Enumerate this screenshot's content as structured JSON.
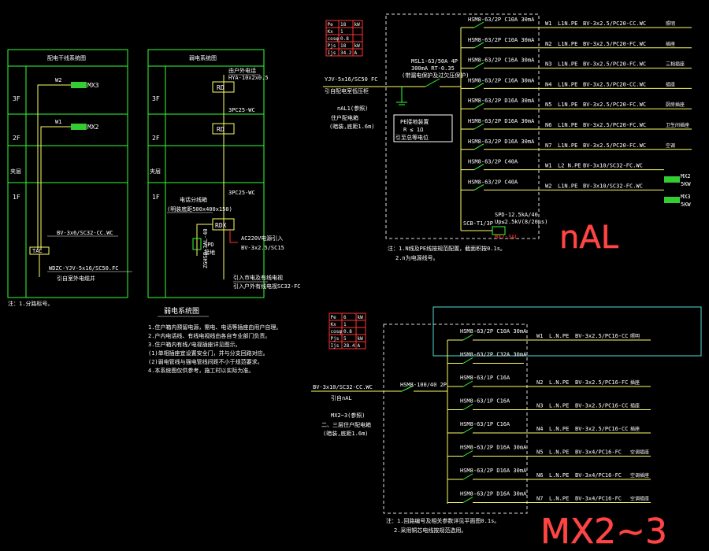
{
  "colors": {
    "background": "#000000",
    "wire": "#ffff66",
    "label": "#ffffff",
    "frame": "#33ff33",
    "breaker": "#33ff33",
    "red": "#ff3333",
    "cyan": "#55dddd",
    "dashed": "#dddddd",
    "big_title": "#ff4444"
  },
  "left_risers": {
    "weak_title": "弱电系统图",
    "weak_notes": [
      "1.住户箱内预留电源，需电、电话等插座由用户自理。",
      "2.户内电话线、有线电视线由各自专业部门负责。",
      "3.住户箱内有线/电视插座详见图示。",
      "(1)单相插座宜设置安全门，并与分支回路对应。",
      "(2)弱电管线与强电管线间距不小于规范要求。",
      "4.本系统图仅供参考，施工时以实际为准。"
    ],
    "left_note": "注：1.分路标号。",
    "floors": [
      "3F",
      "2F",
      "夹层",
      "1F"
    ]
  },
  "panel_nal": {
    "load_table": [
      {
        "k": "Pe",
        "v": "18",
        "u": "kW"
      },
      {
        "k": "Kx",
        "v": "1",
        "u": ""
      },
      {
        "k": "cosφ",
        "v": "0.8",
        "u": ""
      },
      {
        "k": "Pjs",
        "v": "18",
        "u": "kW"
      },
      {
        "k": "Ijs",
        "v": "34.2",
        "u": "A"
      }
    ],
    "incoming_cable": "YJV-5x16/SC50 FC",
    "incoming_source": "引自配电室低压柜",
    "panel_id": "nAL1(参照)",
    "panel_desc": "住户配电箱",
    "panel_desc2": "(暗装,底距1.6m)",
    "main_breaker": "MSL1-63/50A 4P",
    "main_breaker2": "300mA  RT-0.35",
    "main_breaker3": "(带漏电保护及过欠压保护)",
    "pe_box": "PE接地装置",
    "pe_box2": "R ≤ 1Ω",
    "pe_box3": "引至总等电位",
    "spd_breaker": "SCB-T1/3P",
    "spd_label": "SPD-12.5kA/40",
    "spd_label2": "Up≤2.5kV(8/20μs)",
    "spd_label3": "MX2-3AL",
    "note": "注：1.N线及PE线按规范配置，截面积按0.1s。",
    "note2": "2.n为电源线号。",
    "big_title": "nAL",
    "branches": [
      {
        "breaker": "HSM8-63/2P C10A 30mA",
        "id": "W1",
        "phase": "L1N.PE",
        "cable": "BV-3x2.5/PC20-CC.WC",
        "use": "照明"
      },
      {
        "breaker": "HSM8-63/2P C10A 30mA",
        "id": "N2",
        "phase": "L1N.PE",
        "cable": "BV-3x2.5/PC20-FC.WC",
        "use": "插座"
      },
      {
        "breaker": "HSM8-63/2P C16A 30mA",
        "id": "N3",
        "phase": "L1N.PE",
        "cable": "BV-3x2.5/PC20-FC.WC",
        "use": "三相插座"
      },
      {
        "breaker": "HSM8-63/2P C16A 30mA",
        "id": "N4",
        "phase": "L1N.PE",
        "cable": "BV-3x2.5/PC20-CC.WC",
        "use": "插座"
      },
      {
        "breaker": "HSM8-63/2P D16A 30mA",
        "id": "N5",
        "phase": "L1N.PE",
        "cable": "BV-3x2.5/PC20-FC.WC",
        "use": "厨房插座"
      },
      {
        "breaker": "HSM8-63/2P D16A 30mA",
        "id": "N6",
        "phase": "L1N.PE",
        "cable": "BV-3x2.5/PC20-FC.WC",
        "use": "卫生间插座"
      },
      {
        "breaker": "HSM8-63/2P D16A 30mA",
        "id": "N7",
        "phase": "L1N.PE",
        "cable": "BV-3x2.5/PC20-FC.WC",
        "use": "空调"
      },
      {
        "breaker": "HSM8-63/2P C40A",
        "id": "W1",
        "phase": "L2 N.PE",
        "cable": "BV-3x10/SC32-FC.WC",
        "use": "MX2"
      },
      {
        "breaker": "HSM8-63/2P C40A",
        "id": "W2",
        "phase": "L1N.PE",
        "cable": "BV-3x10/SC32-FC.WC",
        "use": "MX3"
      }
    ],
    "outputs": [
      "MX2 5KW",
      "MX3 5KW"
    ]
  },
  "panel_mx": {
    "load_table": [
      {
        "k": "Pe",
        "v": "6",
        "u": "kW"
      },
      {
        "k": "Kx",
        "v": "1",
        "u": ""
      },
      {
        "k": "cosφ",
        "v": "0.8",
        "u": ""
      },
      {
        "k": "Pjs",
        "v": "5",
        "u": "kW"
      },
      {
        "k": "Ijs",
        "v": "28.4",
        "u": "A"
      }
    ],
    "incoming_cable": "BV-3x10/SC32-CC.WC",
    "incoming_source": "引自nAL",
    "panel_id": "MX2~3(参照)",
    "panel_desc": "二、三层住户配电箱",
    "panel_desc2": "(暗装,底距1.6m)",
    "main_breaker": "HSM8-100/40 2P",
    "note": "注：1.回路编号及相关参数详见平面图0.1s。",
    "note2": "2.采用铜芯电线按规范选用。",
    "big_title": "MX2~3",
    "branches": [
      {
        "breaker": "HSM8-63/2P C10A 30mA",
        "id": "W1",
        "phase": "L.N.PE",
        "cable": "BV-3x2.5/PC16-CC",
        "use": "照明"
      },
      {
        "breaker": "HSM8-63/2P C32A 30mA",
        "id": "",
        "phase": "",
        "cable": "",
        "use": ""
      },
      {
        "breaker": "HSM8-63/1P C16A",
        "id": "N2",
        "phase": "L.N.PE",
        "cable": "BV-3x2.5/PC16-FC",
        "use": "插座"
      },
      {
        "breaker": "HSM8-63/1P C16A",
        "id": "N3",
        "phase": "L.N.PE",
        "cable": "BV-3x2.5/PC16-CC",
        "use": "插座"
      },
      {
        "breaker": "HSM8-63/1P C16A",
        "id": "N4",
        "phase": "L.N.PE",
        "cable": "BV-3x2.5/PC16-CC",
        "use": "插座"
      },
      {
        "breaker": "HSM8-63/2P D16A 30mA",
        "id": "N5",
        "phase": "L.N.PE",
        "cable": "BV-3x4/PC16-FC",
        "use": "空调插座"
      },
      {
        "breaker": "HSM8-63/2P D16A 30mA",
        "id": "N6",
        "phase": "L.N.PE",
        "cable": "BV-3x4/PC16-FC",
        "use": "空调插座"
      },
      {
        "breaker": "HSM8-63/2P D16A 30mA",
        "id": "N7",
        "phase": "L.N.PE",
        "cable": "BV-3x4/PC16-FC",
        "use": "空调插座"
      }
    ]
  },
  "riser1": {
    "w2": "W2",
    "mx3": "MX3",
    "w1": "W1",
    "mx2": "MX2",
    "cable1": "BV-3x6/SC32-CC.WC",
    "tal": "TAL",
    "cable2": "WDZC-YJV-5x16/SC50.FC",
    "cable3": "引自室外电缆井"
  },
  "riser2": {
    "rd": "RD",
    "rdx": "RDX",
    "top_label": "由户外电话",
    "top_label2": "HYA-10x2x0.5",
    "cable_mid": "3PC25-WC",
    "cable_low": "3PC25-WC",
    "box_label": "电话分线箱",
    "box_label2": "(明装底距500x400x150)",
    "ac_label": "AC220V电源引入",
    "ac_label2": "BV-3x2.5/SC15",
    "grounding": "接地",
    "vertical_label": "ZGHSB-3AL-40",
    "bottom_label": "引入市电及有线电视",
    "bottom_label2": "引入户外有线电视SC32-FC"
  }
}
